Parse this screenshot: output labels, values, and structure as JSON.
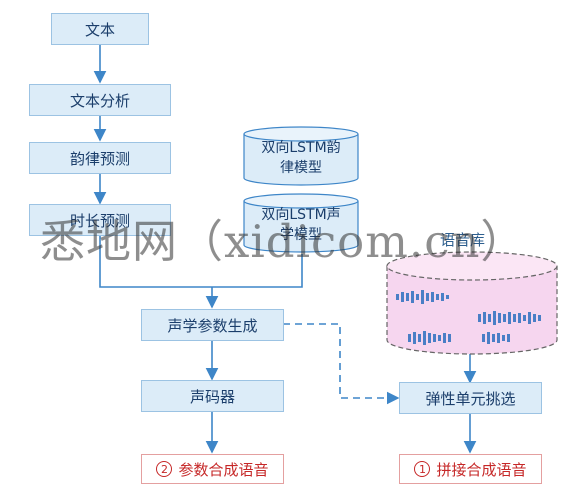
{
  "nodes": {
    "text": "文本",
    "text_analysis": "文本分析",
    "prosody_prediction": "韵律预测",
    "duration_prediction": "时长预测",
    "acoustic_param_gen": "声学参数生成",
    "vocoder": "声码器",
    "elastic_unit_select": "弹性单元挑选"
  },
  "models": {
    "prosody_model": "双向LSTM韵律模型",
    "acoustic_model": "双向LSTM声学模型"
  },
  "database": {
    "title": "语音库"
  },
  "outputs": {
    "param_num": "2",
    "param_label": "参数合成语音",
    "concat_num": "1",
    "concat_label": "拼接合成语音"
  },
  "watermark": "悉地网（xidicom.cn）",
  "colors": {
    "box_fill": "#dcecf8",
    "box_border": "#9cc3e3",
    "arrow": "#3e86c8",
    "output_text": "#c62828",
    "db_fill": "#f6d6ef"
  }
}
